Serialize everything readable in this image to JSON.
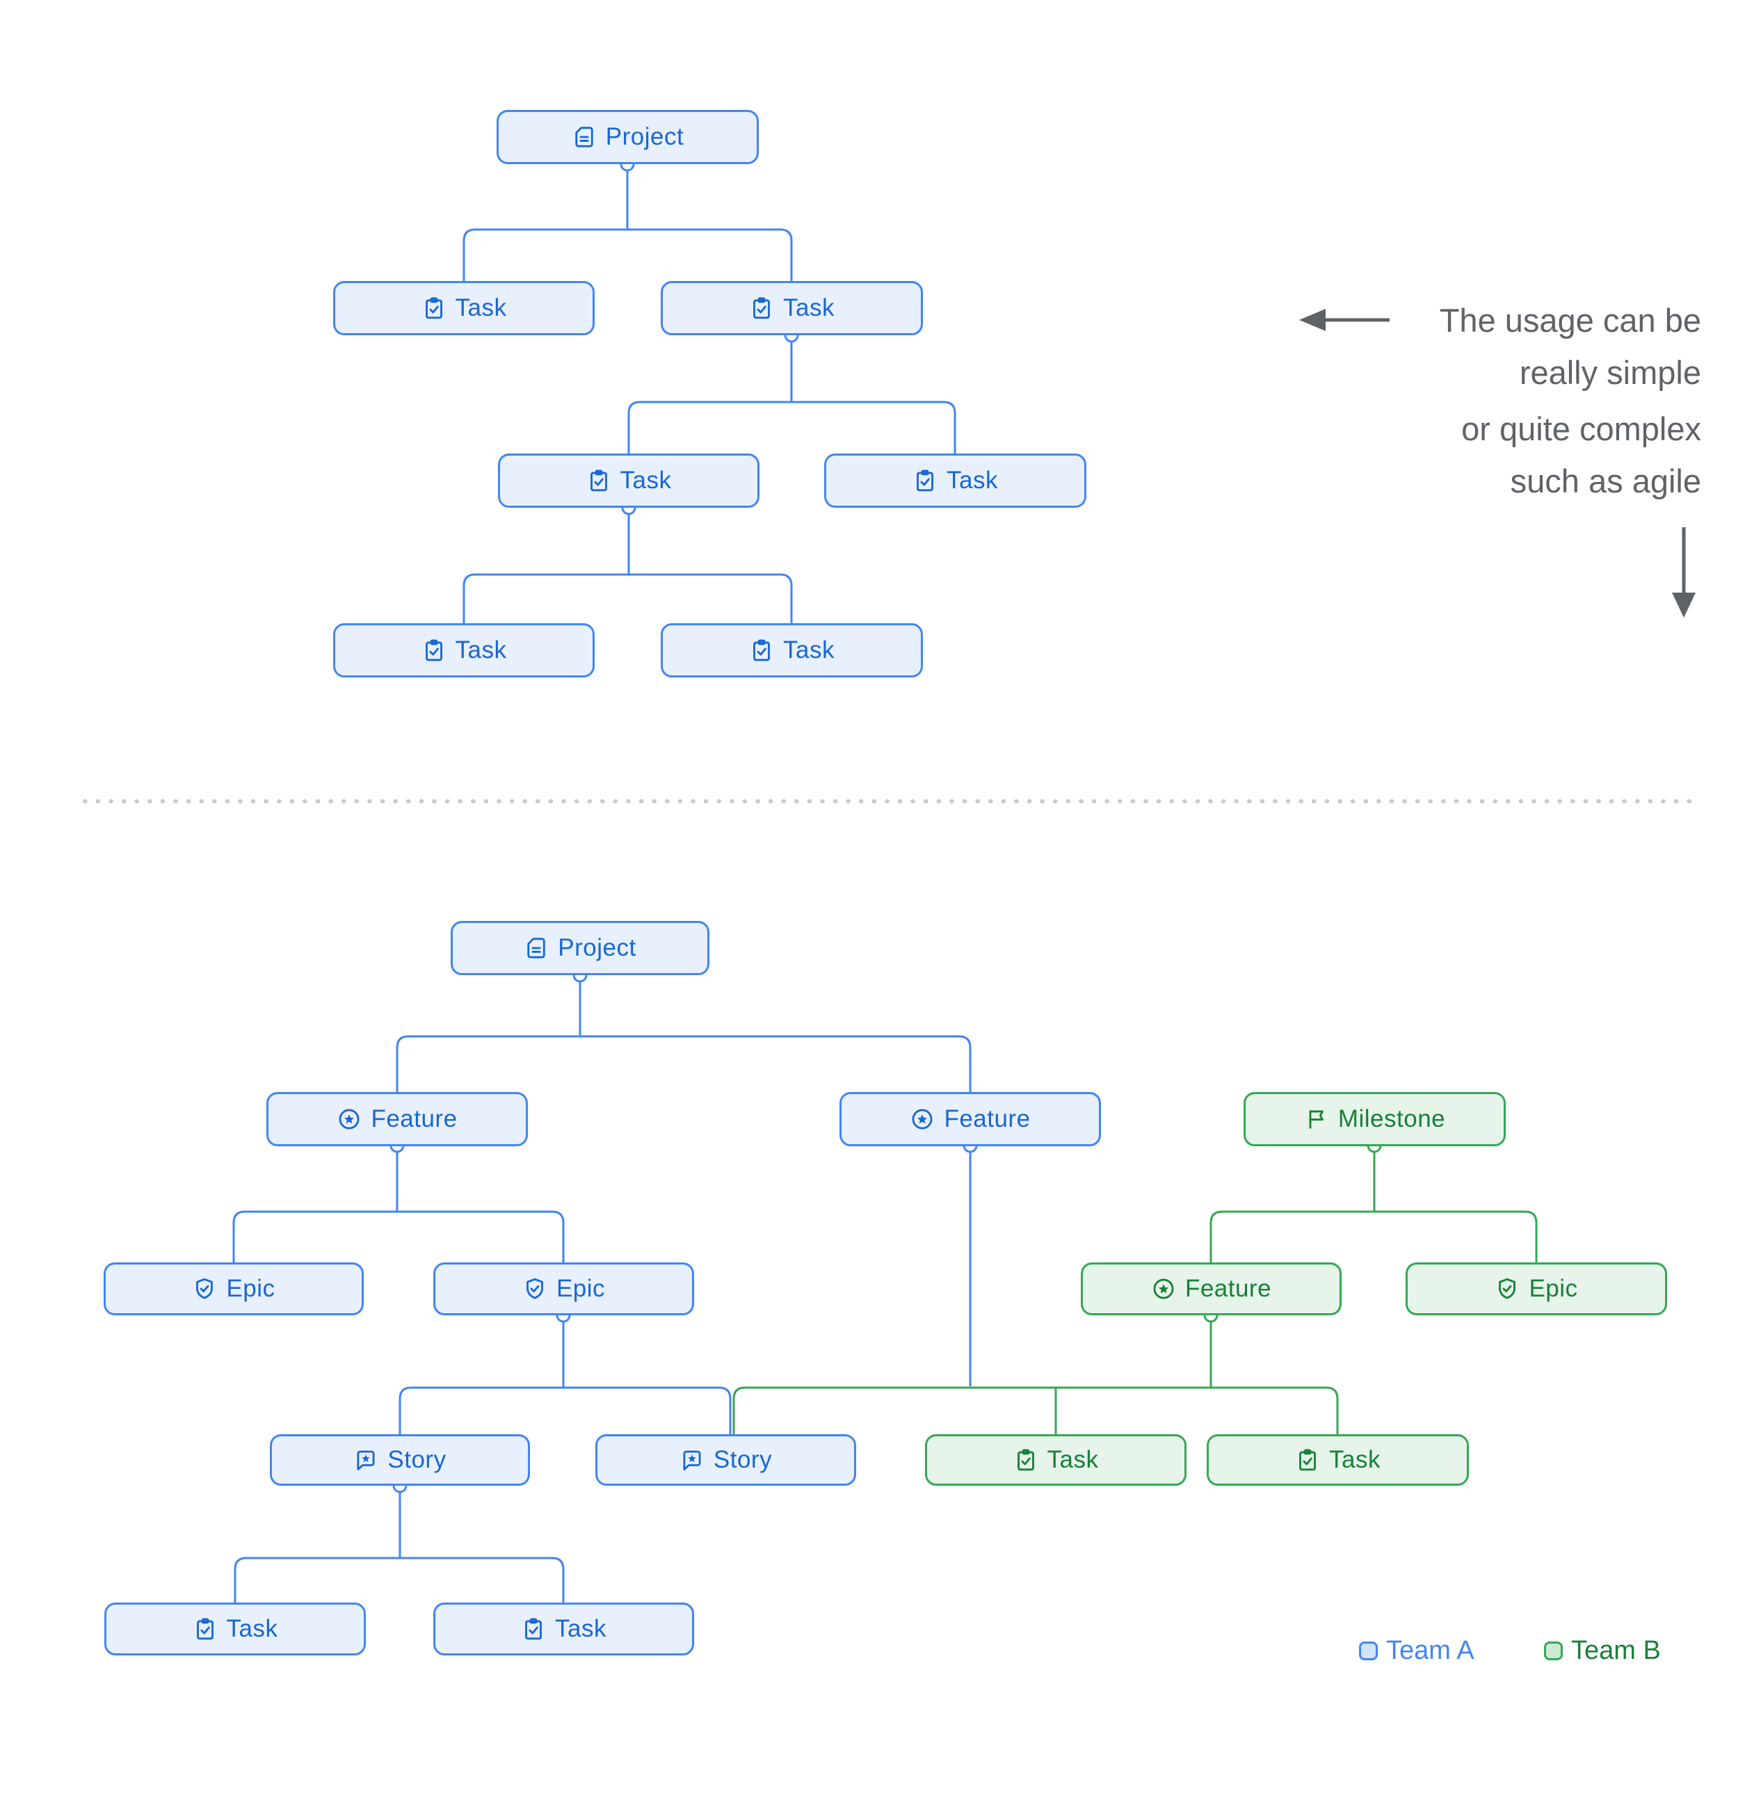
{
  "palette": {
    "team_a_border": "#4285F4",
    "team_a_fill": "#E8F0FE",
    "team_a_text": "#1967D2",
    "team_b_border": "#34A853",
    "team_b_fill": "#E6F4EA",
    "team_b_text": "#188038",
    "annotation_text": "#5F6368",
    "divider_dots": "#C9CAD0"
  },
  "annotation": {
    "paragraph1_line1": "The usage can be",
    "paragraph1_line2": "really simple",
    "paragraph2_line1": "or quite complex",
    "paragraph2_line2": "such as agile",
    "left_arrow_icon": "arrow-left",
    "down_arrow_icon": "arrow-down"
  },
  "legend": {
    "team_a": {
      "label": "Team A",
      "color": "#4285F4"
    },
    "team_b": {
      "label": "Team B",
      "color": "#34A853"
    }
  },
  "simple_tree": {
    "nodes": [
      {
        "label": "Project",
        "icon": "document",
        "team": "A"
      },
      {
        "label": "Task",
        "icon": "clipboard-check",
        "team": "A"
      },
      {
        "label": "Task",
        "icon": "clipboard-check",
        "team": "A"
      },
      {
        "label": "Task",
        "icon": "clipboard-check",
        "team": "A"
      },
      {
        "label": "Task",
        "icon": "clipboard-check",
        "team": "A"
      },
      {
        "label": "Task",
        "icon": "clipboard-check",
        "team": "A"
      },
      {
        "label": "Task",
        "icon": "clipboard-check",
        "team": "A"
      }
    ]
  },
  "agile_tree": {
    "nodes": [
      {
        "label": "Project",
        "icon": "document",
        "team": "A"
      },
      {
        "label": "Feature",
        "icon": "star-circle",
        "team": "A"
      },
      {
        "label": "Feature",
        "icon": "star-circle",
        "team": "A"
      },
      {
        "label": "Milestone",
        "icon": "flag",
        "team": "B"
      },
      {
        "label": "Epic",
        "icon": "shield-check",
        "team": "A"
      },
      {
        "label": "Epic",
        "icon": "shield-check",
        "team": "A"
      },
      {
        "label": "Feature",
        "icon": "star-circle",
        "team": "B"
      },
      {
        "label": "Epic",
        "icon": "shield-check",
        "team": "B"
      },
      {
        "label": "Story",
        "icon": "story-bubble",
        "team": "A"
      },
      {
        "label": "Story",
        "icon": "story-bubble",
        "team": "A"
      },
      {
        "label": "Task",
        "icon": "clipboard-check",
        "team": "B"
      },
      {
        "label": "Task",
        "icon": "clipboard-check",
        "team": "B"
      },
      {
        "label": "Task",
        "icon": "clipboard-check",
        "team": "A"
      },
      {
        "label": "Task",
        "icon": "clipboard-check",
        "team": "A"
      }
    ]
  }
}
